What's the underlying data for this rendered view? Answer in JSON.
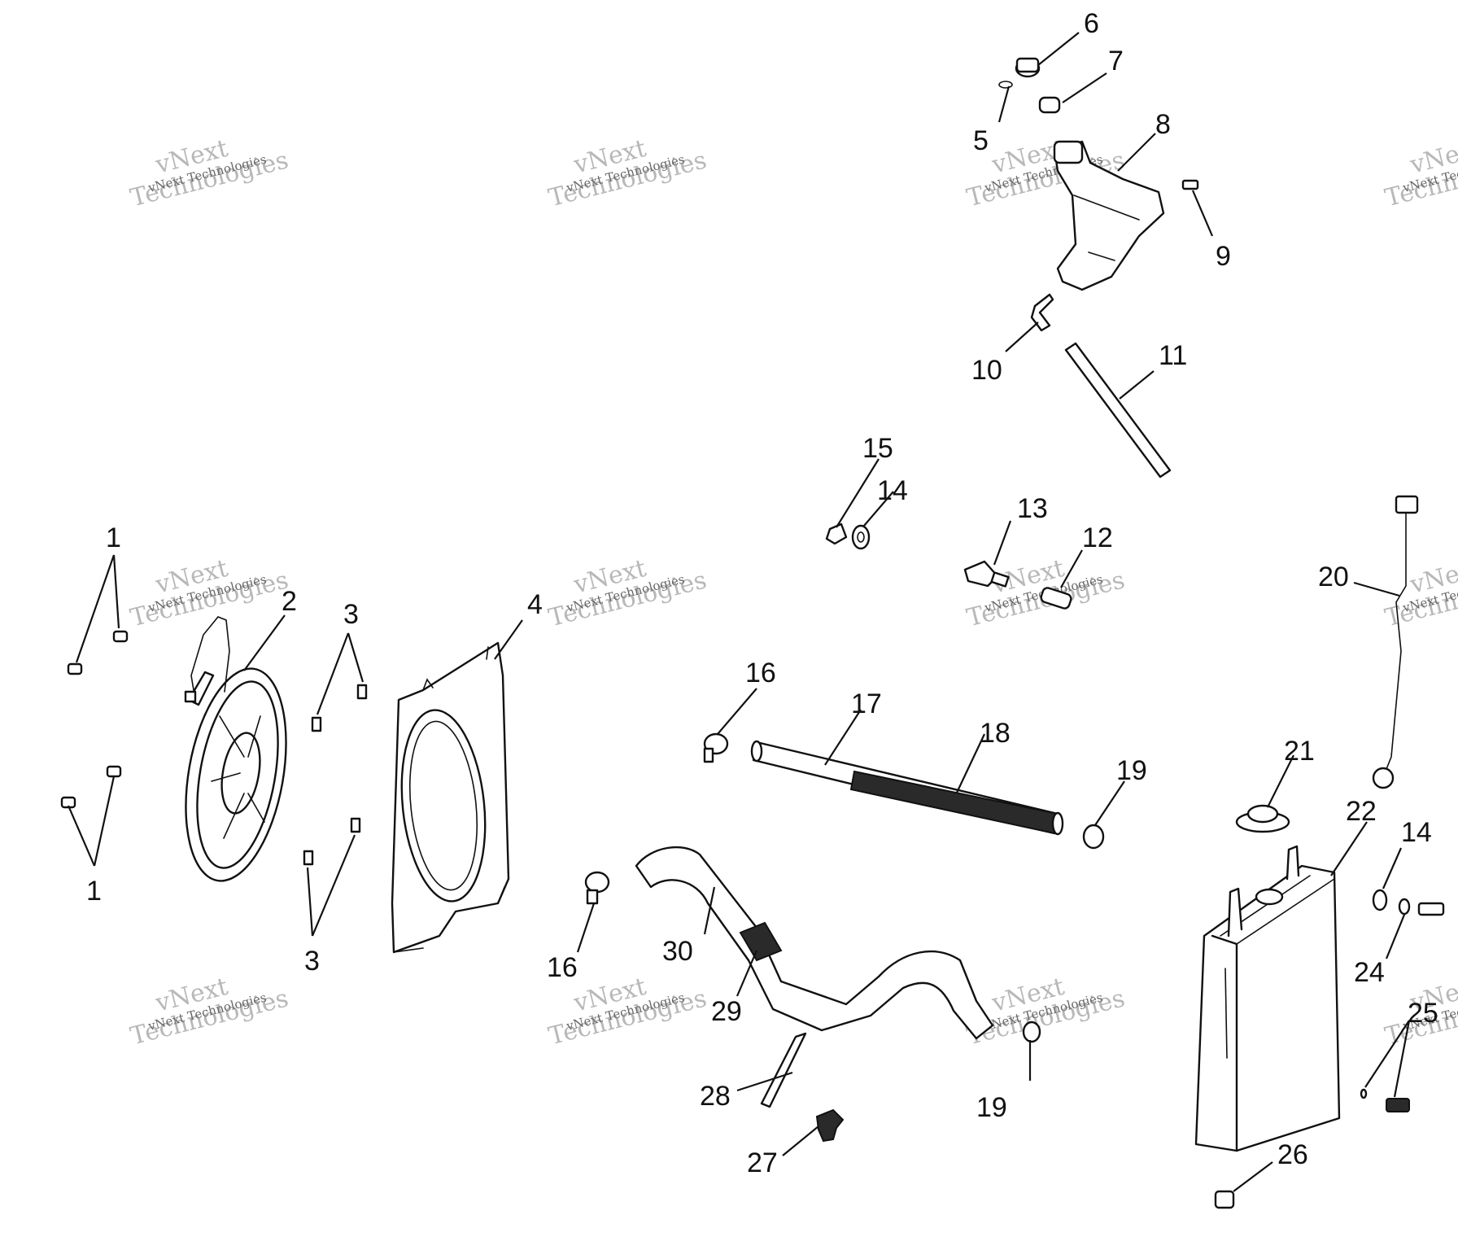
{
  "watermark": {
    "small": "vNext Technologies",
    "brand": "vNext",
    "word": "Technologies"
  },
  "callouts": [
    "1",
    "1",
    "2",
    "3",
    "3",
    "4",
    "5",
    "6",
    "7",
    "8",
    "9",
    "10",
    "11",
    "12",
    "13",
    "14",
    "14",
    "15",
    "16",
    "16",
    "17",
    "18",
    "19",
    "19",
    "20",
    "21",
    "22",
    "24",
    "25",
    "26",
    "27",
    "28",
    "29",
    "30"
  ]
}
